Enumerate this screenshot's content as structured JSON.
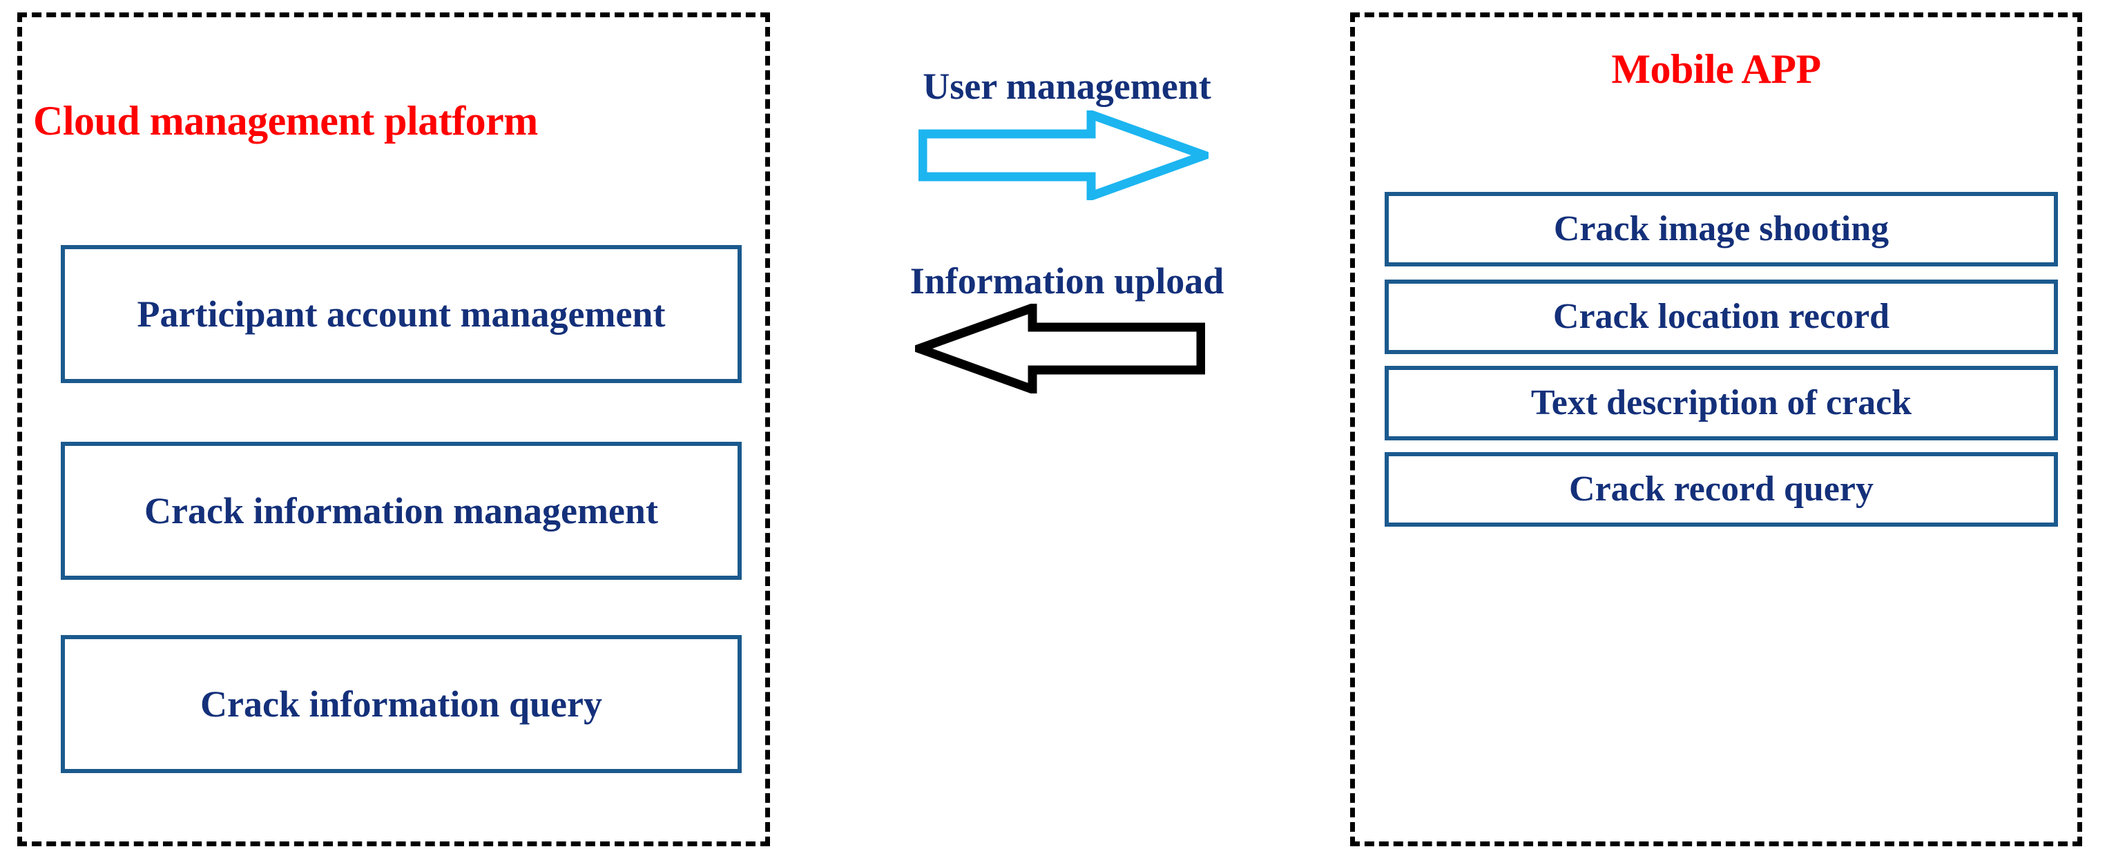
{
  "diagram": {
    "title": "Cloud management platform and Mobile APP architecture",
    "background": "#FFFFFF",
    "colors": {
      "panel_border": "#000000",
      "panel_title": "#FF0000",
      "box_border": "#1B5A8E",
      "box_text": "#14307A",
      "arrow_user_management": "#1CB5F0",
      "arrow_information_upload": "#000000"
    }
  },
  "panels": [
    {
      "id": "cloud",
      "title": "Cloud management platform",
      "title_color": "#FF0000",
      "border_style": "dashed",
      "items": [
        {
          "label": "Participant account management"
        },
        {
          "label": "Crack information management"
        },
        {
          "label": "Crack information query"
        }
      ]
    },
    {
      "id": "app",
      "title": "Mobile APP",
      "title_color": "#FF0000",
      "border_style": "dashed",
      "items": [
        {
          "label": "Crack image shooting"
        },
        {
          "label": "Crack location record"
        },
        {
          "label": "Text description of crack"
        },
        {
          "label": "Crack record query"
        }
      ]
    }
  ],
  "flows": [
    {
      "id": "user-management",
      "label": "User management",
      "direction": "right",
      "arrow_color": "#1CB5F0",
      "arrow_fill": "#FFFFFF",
      "from": "cloud",
      "to": "app"
    },
    {
      "id": "information-upload",
      "label": "Information upload",
      "direction": "left",
      "arrow_color": "#000000",
      "arrow_fill": "#FFFFFF",
      "from": "app",
      "to": "cloud"
    }
  ]
}
